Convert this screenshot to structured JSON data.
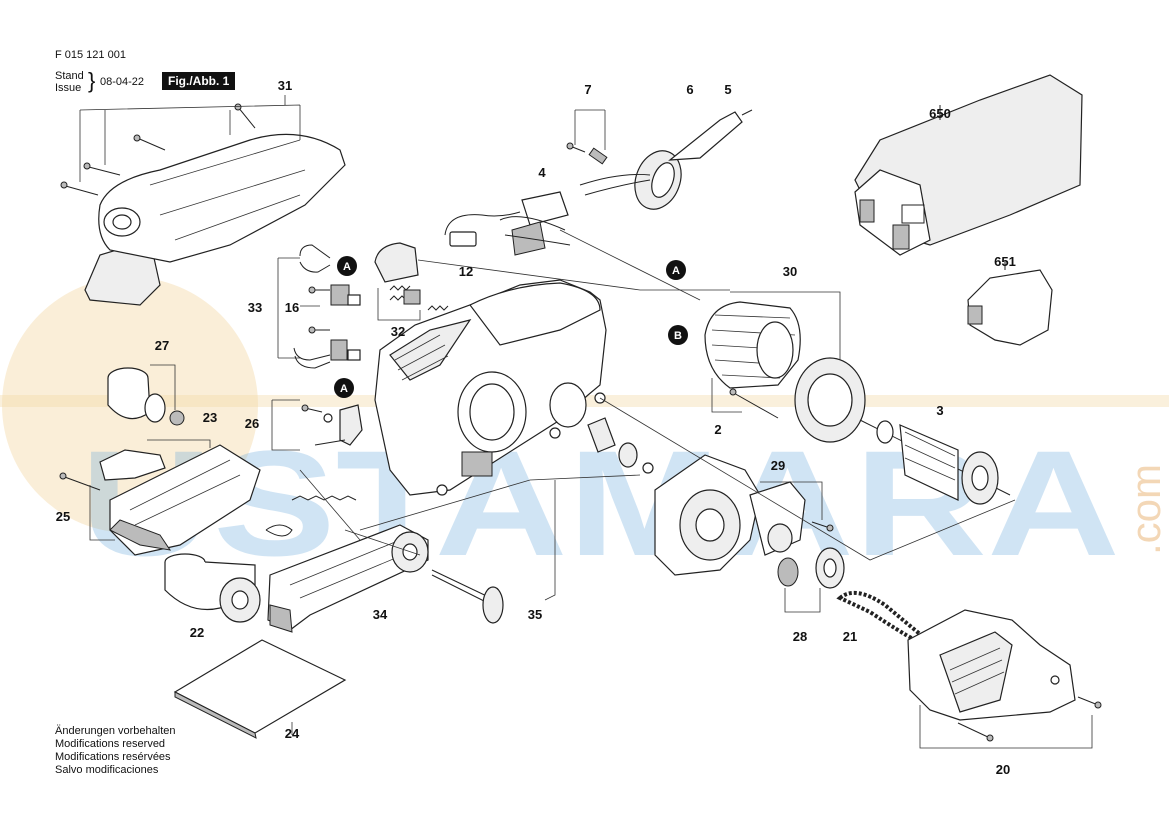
{
  "doc": {
    "part_number": "F 015 121 001",
    "stand_label": "Stand",
    "issue_label": "Issue",
    "date": "08-04-22",
    "figure_label": "Fig./Abb. 1"
  },
  "notes": [
    "Änderungen vorbehalten",
    "Modifications reserved",
    "Modifications resérvées",
    "Salvo modificaciones"
  ],
  "watermark": {
    "text": "USTAMARA",
    "suffix": ".com",
    "colors": {
      "letters": "#5aa0d8",
      "suffix": "#e8b070",
      "circle": "#f3d9a8"
    }
  },
  "parts": {
    "p31": "31",
    "p7": "7",
    "p6": "6",
    "p5": "5",
    "p650": "650",
    "p4": "4",
    "p12": "12",
    "p30": "30",
    "p651": "651",
    "p33": "33",
    "p16": "16",
    "p32": "32",
    "p27": "27",
    "p23": "23",
    "p26": "26",
    "p2": "2",
    "p3": "3",
    "p25": "25",
    "p29": "29",
    "p22": "22",
    "p34": "34",
    "p35": "35",
    "p28": "28",
    "p21": "21",
    "p24": "24",
    "p20": "20"
  },
  "markers": {
    "a": "A",
    "b": "B"
  }
}
